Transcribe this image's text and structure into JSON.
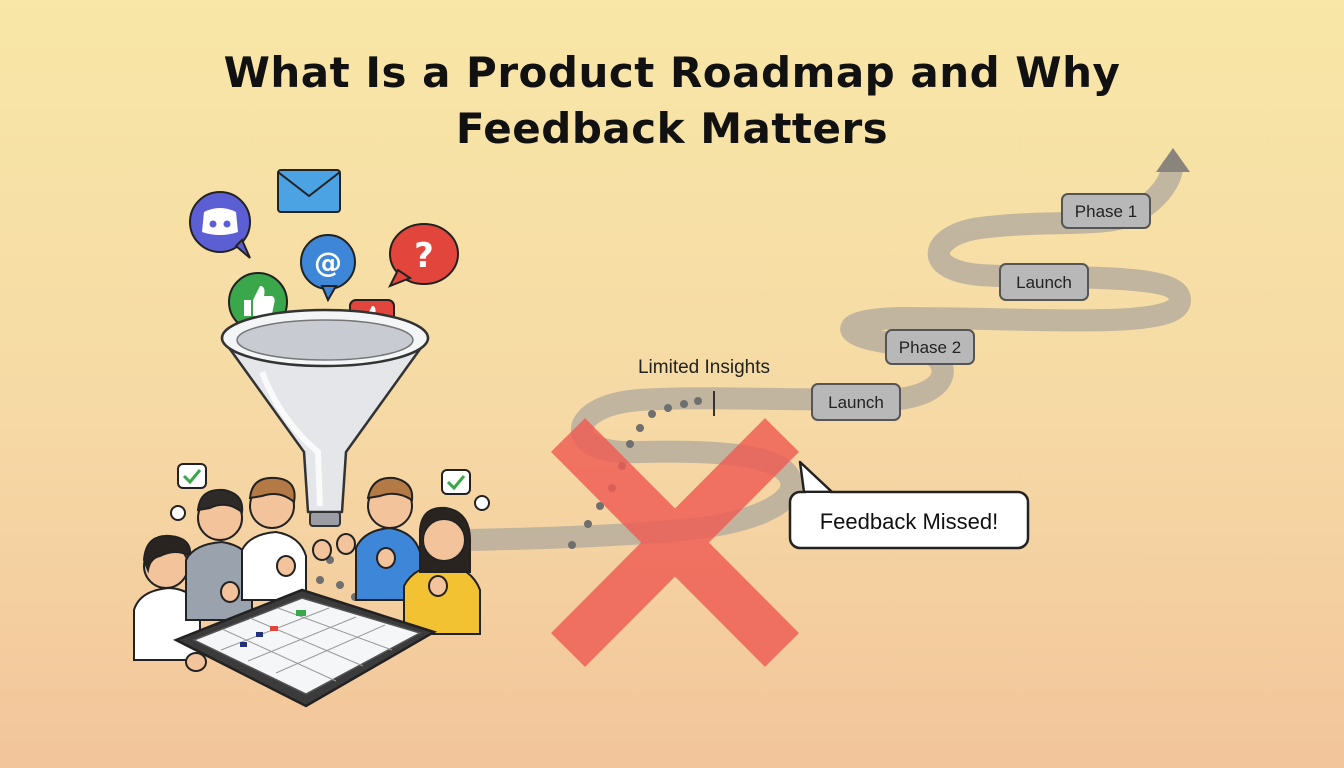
{
  "title": {
    "line1": "What Is a Product Roadmap and Why",
    "line2": "Feedback Matters"
  },
  "roadmap": {
    "milestones": [
      "Phase 1",
      "Launch",
      "Phase 2",
      "Launch"
    ],
    "limited_label": "Limited Insights",
    "missed_label": "Feedback Missed!"
  },
  "icons": [
    "chat-bot-icon",
    "mail-icon",
    "at-sign-icon",
    "question-bubble-icon",
    "thumbs-up-icon",
    "like-icon",
    "funnel-icon",
    "check-bubble-icon",
    "cross-icon"
  ],
  "colors": {
    "cross": "#ef5c53",
    "path": "#b9b1a1",
    "milestone_fill": "#b8b8b8",
    "discord": "#5c5fd4",
    "mail": "#4ba3e3",
    "at": "#3d86d8",
    "question": "#e2453c",
    "thumb_green": "#3aa84a",
    "like_red": "#e2453c"
  }
}
